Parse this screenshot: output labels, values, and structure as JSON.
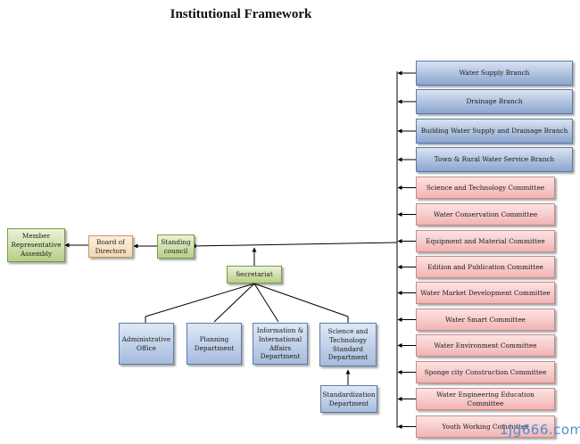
{
  "title": "Institutional Framework",
  "main_chain": {
    "assembly": "Member Representative Assembly",
    "board": "Board of Directors",
    "council": "Standing council",
    "secretariat": "Secretariat"
  },
  "departments": [
    "Administrative Office",
    "Planning Department",
    "Information & International Affairs Department",
    "Science and Technology Standard Department"
  ],
  "sub_department": "Standardization Department",
  "branches": [
    "Water Supply Branch",
    "Drainage Branch",
    "Building Water Supply and Drainage Branch",
    "Town & Rural Water Service Branch"
  ],
  "committees": [
    "Science and Technology Committee",
    "Water Conservation Committee",
    "Equipment and Material Committee",
    "Edition and Publication Committee",
    "Water Market Development Committee",
    "Water Smart Committee",
    "Water Environment Committee",
    "Sponge city Construction Committee",
    "Water Engineering Education Committee",
    "Youth Working Committee"
  ],
  "watermark": "1jg666.com",
  "colors": {
    "branch": "#8ba5cf",
    "committee": "#f2b4b4",
    "department": "#a7bcdd",
    "assembly": "#b7cf86",
    "board": "#f3d8b3"
  }
}
